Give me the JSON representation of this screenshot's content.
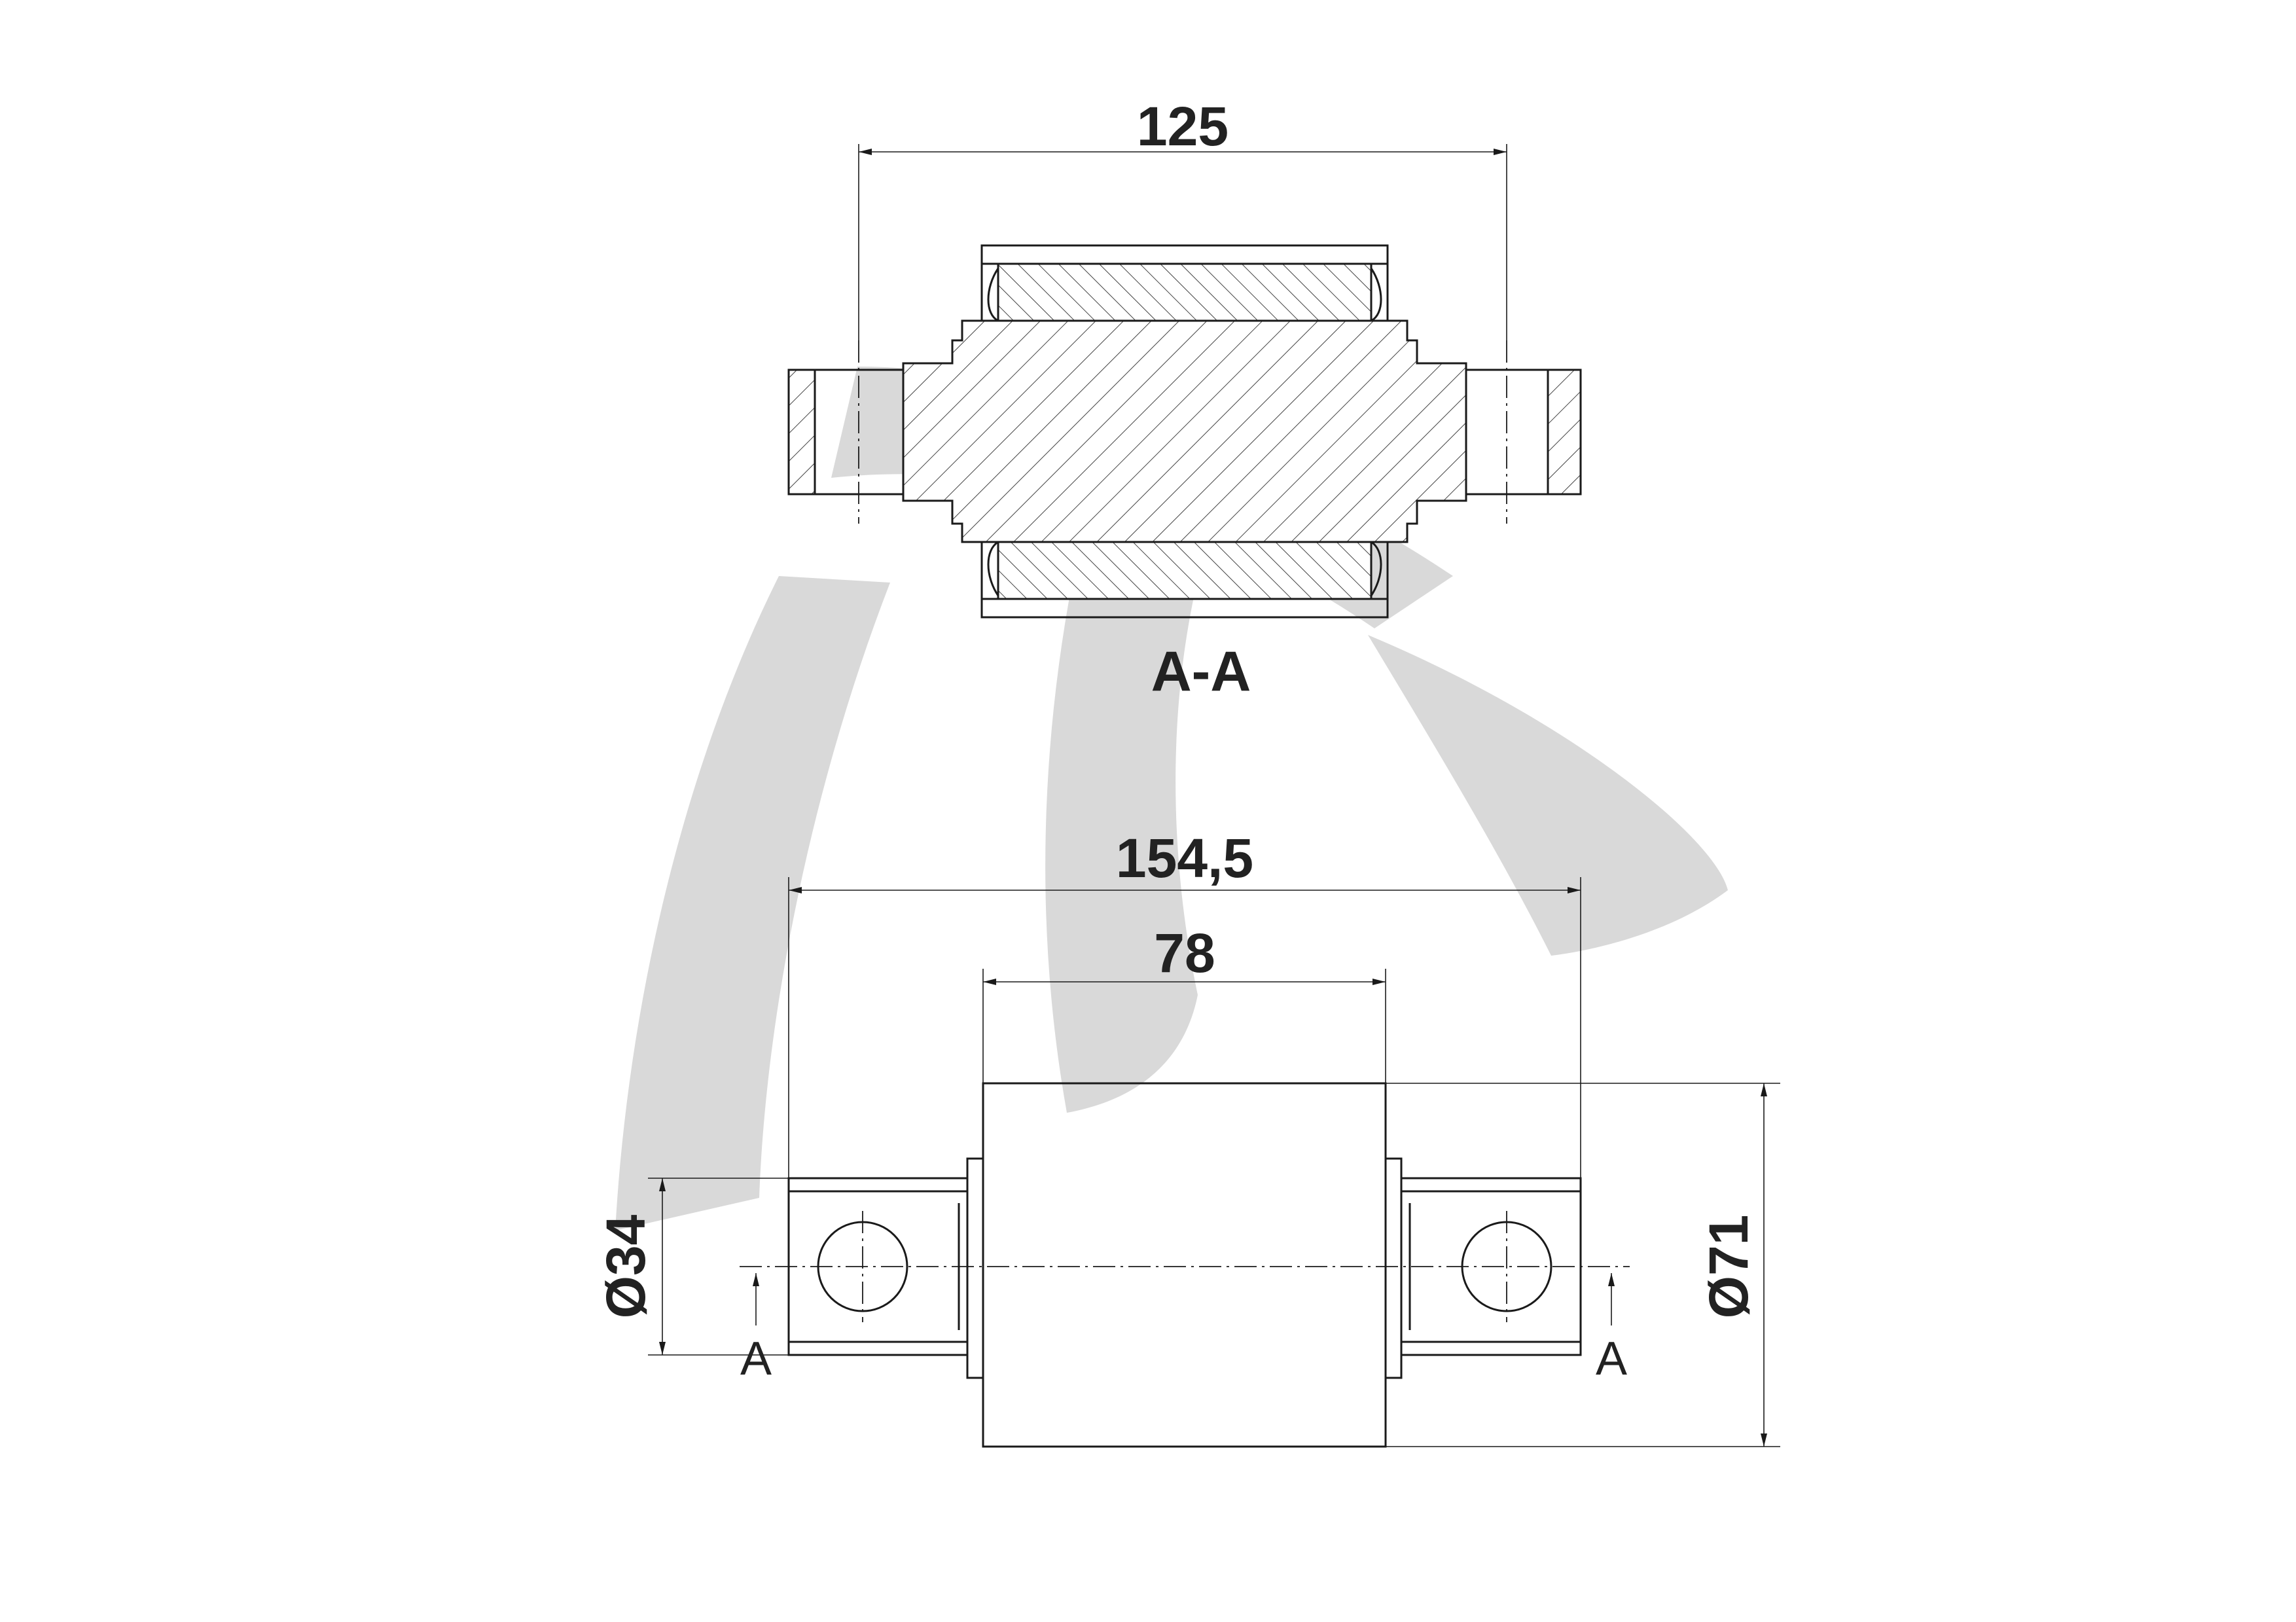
{
  "section_view": {
    "dimension_overall": "125",
    "section_label": "A-A"
  },
  "front_view": {
    "dimension_total": "154,5",
    "dimension_body": "78",
    "dimension_pin_dia": "Ø34",
    "dimension_body_dia": "Ø71",
    "section_mark_left": "A",
    "section_mark_right": "A"
  },
  "colors": {
    "line": "#1a1a1a",
    "watermark": "#d9d9d9",
    "background": "#ffffff"
  }
}
